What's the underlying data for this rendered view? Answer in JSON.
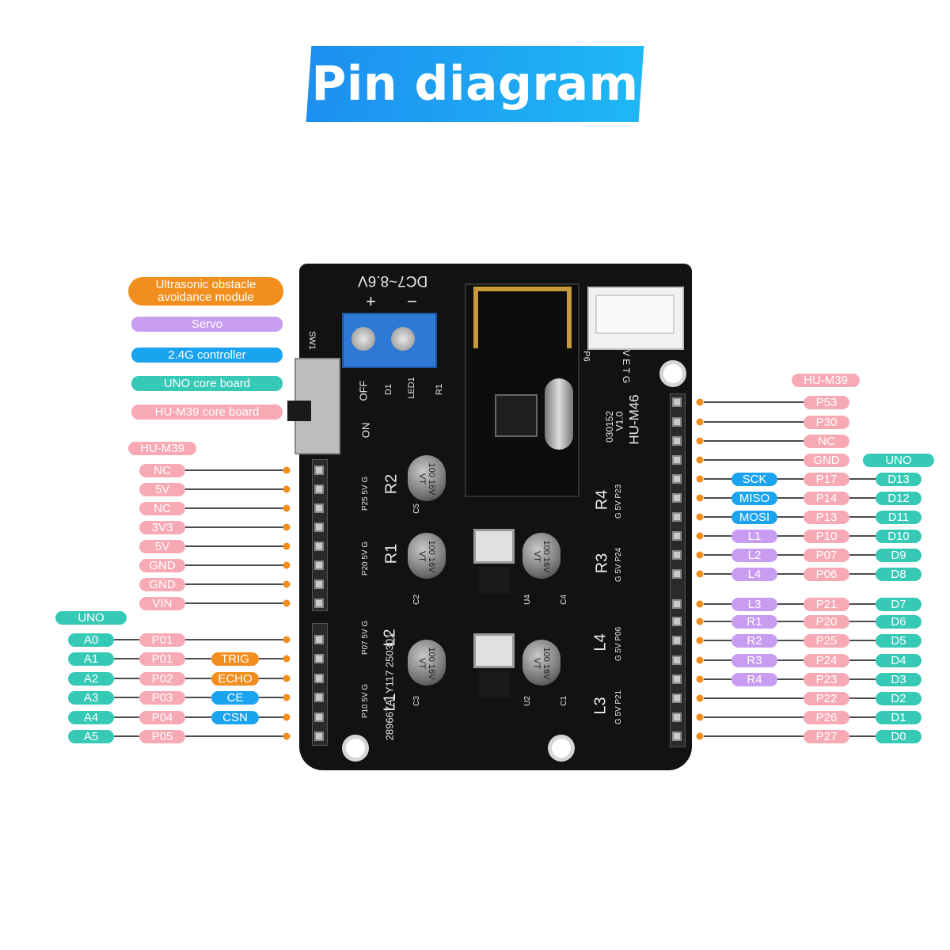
{
  "title": "Pin diagram",
  "legend": {
    "ultrasonic": "Ultrasonic obstacle avoidance module",
    "ultrasonic_line1": "Ultrasonic obstacle",
    "ultrasonic_line2": "avoidance module",
    "servo": "Servo",
    "controller": "2.4G controller",
    "uno_core": "UNO core board",
    "hum39_core": "HU-M39 core board"
  },
  "colors": {
    "ultrasonic": "#f28e1e",
    "servo": "#c89cf0",
    "controller": "#1aa3ee",
    "uno": "#36c9b6",
    "hum39": "#f7a9b4"
  },
  "left_header_upper": {
    "label": "HU-M39",
    "pins": [
      "NC",
      "5V",
      "NC",
      "3V3",
      "5V",
      "GND",
      "GND",
      "VIN"
    ]
  },
  "left_header_lower": {
    "uno_label": "UNO",
    "rows": [
      {
        "uno": "A0",
        "hum39": "P01",
        "extra": "",
        "extra_color": ""
      },
      {
        "uno": "A1",
        "hum39": "P01",
        "extra": "TRIG",
        "extra_color": "orange"
      },
      {
        "uno": "A2",
        "hum39": "P02",
        "extra": "ECHO",
        "extra_color": "orange"
      },
      {
        "uno": "A3",
        "hum39": "P03",
        "extra": "CE",
        "extra_color": "blue"
      },
      {
        "uno": "A4",
        "hum39": "P04",
        "extra": "CSN",
        "extra_color": "blue"
      },
      {
        "uno": "A5",
        "hum39": "P05",
        "extra": "",
        "extra_color": ""
      }
    ]
  },
  "right_header": {
    "hum39_label": "HU-M39",
    "uno_label": "UNO",
    "rows": [
      {
        "func": "",
        "func_color": "",
        "hum39": "P53",
        "uno": ""
      },
      {
        "func": "",
        "func_color": "",
        "hum39": "P30",
        "uno": ""
      },
      {
        "func": "",
        "func_color": "",
        "hum39": "NC",
        "uno": ""
      },
      {
        "func": "",
        "func_color": "",
        "hum39": "GND",
        "uno": ""
      },
      {
        "func": "SCK",
        "func_color": "blue",
        "hum39": "P17",
        "uno": "D13"
      },
      {
        "func": "MISO",
        "func_color": "blue",
        "hum39": "P14",
        "uno": "D12"
      },
      {
        "func": "MOSI",
        "func_color": "blue",
        "hum39": "P13",
        "uno": "D11"
      },
      {
        "func": "L1",
        "func_color": "purple",
        "hum39": "P10",
        "uno": "D10"
      },
      {
        "func": "L2",
        "func_color": "purple",
        "hum39": "P07",
        "uno": "D9"
      },
      {
        "func": "L4",
        "func_color": "purple",
        "hum39": "P06",
        "uno": "D8"
      },
      {
        "func": "L3",
        "func_color": "purple",
        "hum39": "P21",
        "uno": "D7"
      },
      {
        "func": "R1",
        "func_color": "purple",
        "hum39": "P20",
        "uno": "D6"
      },
      {
        "func": "R2",
        "func_color": "purple",
        "hum39": "P25",
        "uno": "D5"
      },
      {
        "func": "R3",
        "func_color": "purple",
        "hum39": "P24",
        "uno": "D4"
      },
      {
        "func": "R4",
        "func_color": "purple",
        "hum39": "P23",
        "uno": "D3"
      },
      {
        "func": "",
        "func_color": "",
        "hum39": "P22",
        "uno": "D2"
      },
      {
        "func": "",
        "func_color": "",
        "hum39": "P26",
        "uno": "D1"
      },
      {
        "func": "",
        "func_color": "",
        "hum39": "P27",
        "uno": "D0"
      }
    ]
  },
  "board": {
    "power_label": "DC7~8.6V",
    "plus": "+",
    "minus": "−",
    "sw_label": "SW1",
    "off": "OFF",
    "on": "ON",
    "d1": "D1",
    "led1": "LED1",
    "r1": "R1",
    "p6": "P6",
    "jst_pins": "V E T G",
    "model": "HU-M46",
    "version": "V1.0",
    "code": "030152",
    "serial": "289667A_Y117 250301",
    "servo_labels": [
      "R2",
      "R1",
      "L2",
      "L1",
      "R4",
      "R3",
      "L4",
      "L3"
    ],
    "header_silk_left": [
      "P25 5V G",
      "P20 5V G",
      "P07 5V G",
      "P10 5V G"
    ],
    "header_silk_right": [
      "G 5V P23",
      "G 5V P24",
      "G 5V P06",
      "G 5V P21"
    ],
    "cap_text": "100 16V VT",
    "cap_labels": [
      "C5",
      "C2",
      "C4",
      "C3",
      "C1"
    ],
    "reg_labels": [
      "U4",
      "U2"
    ]
  }
}
